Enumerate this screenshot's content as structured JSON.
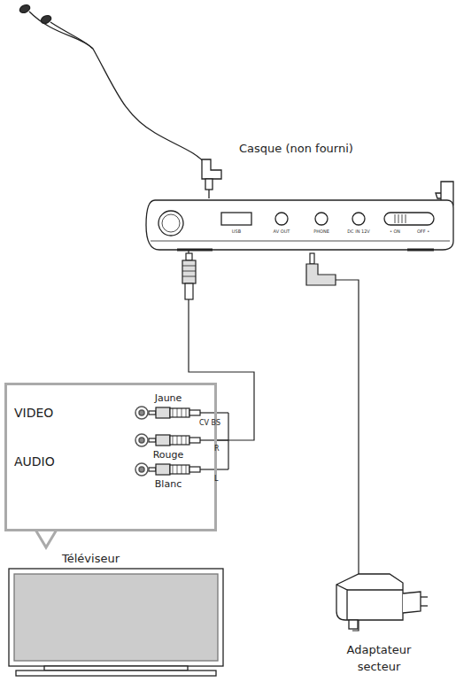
{
  "diagram": {
    "nodes": [
      {
        "text": [
          "USB",
          "AV OUT",
          "PHONE",
          "DC IN 12V",
          "• ON",
          "OFF •"
        ]
      },
      {
        "text": [
          "VIDEO",
          "AUDIO"
        ]
      }
    ],
    "edges": [
      {
        "from": 0,
        "to": 1,
        "arrow": "none"
      }
    ],
    "labels": [
      "Casque (non fourni)",
      "Jaune",
      "CV BS",
      "Rouge",
      "R",
      "Blanc",
      "L",
      "Téléviseur",
      "Adaptateur secteur"
    ]
  }
}
